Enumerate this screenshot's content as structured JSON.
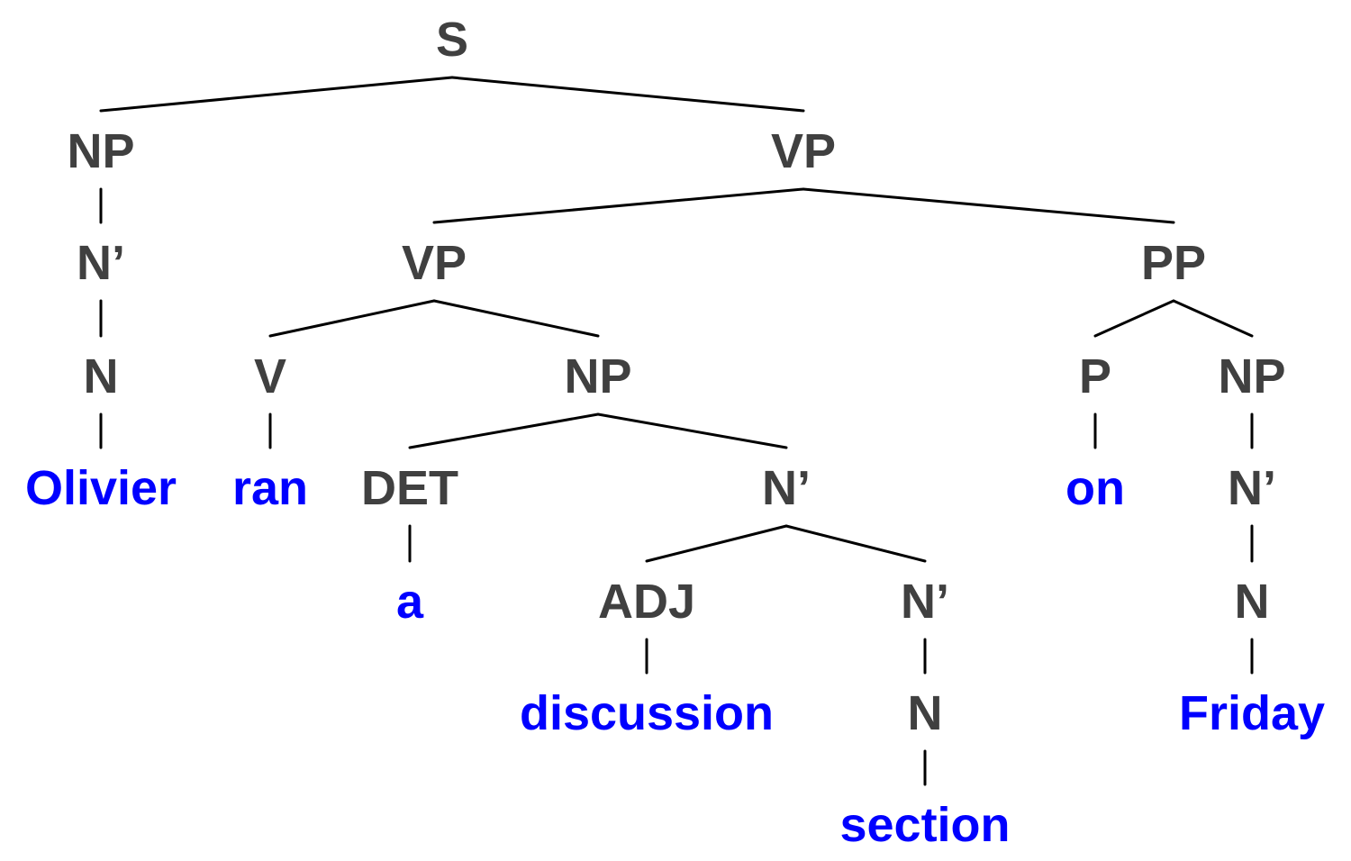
{
  "colors": {
    "category": "#404040",
    "word": "#0000ff",
    "edge": "#000000"
  },
  "tree": {
    "nodes": [
      {
        "id": "s",
        "label": "S",
        "kind": "category"
      },
      {
        "id": "np1",
        "label": "NP",
        "kind": "category"
      },
      {
        "id": "nbar1",
        "label": "N’",
        "kind": "category"
      },
      {
        "id": "n1",
        "label": "N",
        "kind": "category"
      },
      {
        "id": "w-olivier",
        "label": "Olivier",
        "kind": "word"
      },
      {
        "id": "vp1",
        "label": "VP",
        "kind": "category"
      },
      {
        "id": "vp2",
        "label": "VP",
        "kind": "category"
      },
      {
        "id": "v",
        "label": "V",
        "kind": "category"
      },
      {
        "id": "w-ran",
        "label": "ran",
        "kind": "word"
      },
      {
        "id": "np2",
        "label": "NP",
        "kind": "category"
      },
      {
        "id": "det",
        "label": "DET",
        "kind": "category"
      },
      {
        "id": "w-a",
        "label": "a",
        "kind": "word"
      },
      {
        "id": "nbar2",
        "label": "N’",
        "kind": "category"
      },
      {
        "id": "adj",
        "label": "ADJ",
        "kind": "category"
      },
      {
        "id": "w-discussion",
        "label": "discussion",
        "kind": "word"
      },
      {
        "id": "nbar3",
        "label": "N’",
        "kind": "category"
      },
      {
        "id": "n2",
        "label": "N",
        "kind": "category"
      },
      {
        "id": "w-section",
        "label": "section",
        "kind": "word"
      },
      {
        "id": "pp",
        "label": "PP",
        "kind": "category"
      },
      {
        "id": "p",
        "label": "P",
        "kind": "category"
      },
      {
        "id": "w-on",
        "label": "on",
        "kind": "word"
      },
      {
        "id": "np3",
        "label": "NP",
        "kind": "category"
      },
      {
        "id": "nbar4",
        "label": "N’",
        "kind": "category"
      },
      {
        "id": "n3",
        "label": "N",
        "kind": "category"
      },
      {
        "id": "w-friday",
        "label": "Friday",
        "kind": "word"
      }
    ],
    "edges": [
      [
        "s",
        "np1"
      ],
      [
        "s",
        "vp1"
      ],
      [
        "np1",
        "nbar1"
      ],
      [
        "nbar1",
        "n1"
      ],
      [
        "n1",
        "w-olivier"
      ],
      [
        "vp1",
        "vp2"
      ],
      [
        "vp1",
        "pp"
      ],
      [
        "vp2",
        "v"
      ],
      [
        "vp2",
        "np2"
      ],
      [
        "v",
        "w-ran"
      ],
      [
        "np2",
        "det"
      ],
      [
        "np2",
        "nbar2"
      ],
      [
        "det",
        "w-a"
      ],
      [
        "nbar2",
        "adj"
      ],
      [
        "nbar2",
        "nbar3"
      ],
      [
        "adj",
        "w-discussion"
      ],
      [
        "nbar3",
        "n2"
      ],
      [
        "n2",
        "w-section"
      ],
      [
        "pp",
        "p"
      ],
      [
        "pp",
        "np3"
      ],
      [
        "p",
        "w-on"
      ],
      [
        "np3",
        "nbar4"
      ],
      [
        "nbar4",
        "n3"
      ],
      [
        "n3",
        "w-friday"
      ]
    ]
  }
}
